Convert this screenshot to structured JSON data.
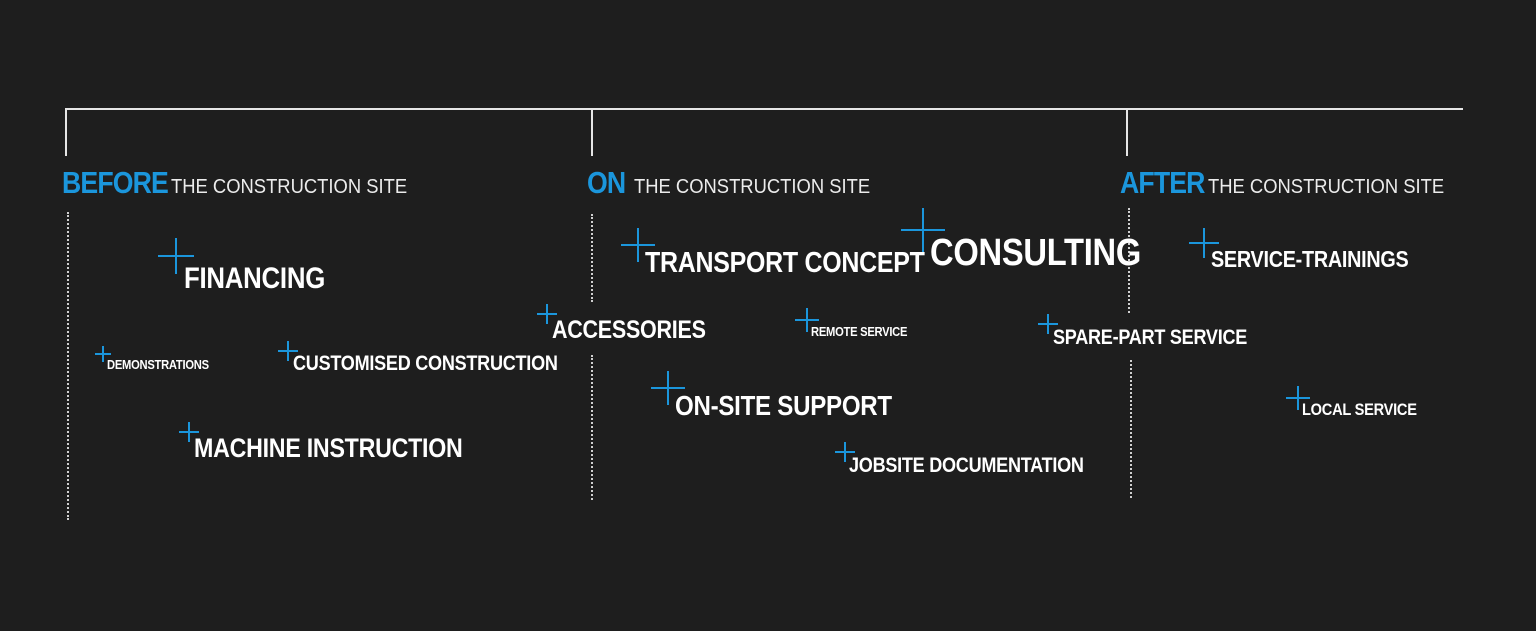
{
  "colors": {
    "background": "#1e1e1e",
    "accent": "#1b96dc",
    "text": "#ffffff",
    "line": "#e6e6e6"
  },
  "phases": [
    {
      "key": "BEFORE",
      "rest": "THE CONSTRUCTION SITE"
    },
    {
      "key": "ON",
      "rest": "THE CONSTRUCTION SITE"
    },
    {
      "key": "AFTER",
      "rest": "THE CONSTRUCTION SITE"
    }
  ],
  "services": {
    "financing": "FINANCING",
    "demonstrations": "DEMONSTRATIONS",
    "customised_construction": "CUSTOMISED CONSTRUCTION",
    "machine_instruction": "MACHINE INSTRUCTION",
    "accessories": "ACCESSORIES",
    "transport_concept": "TRANSPORT CONCEPT",
    "consulting": "CONSULTING",
    "remote_service": "REMOTE SERVICE",
    "on_site_support": "ON-SITE SUPPORT",
    "jobsite_documentation": "JOBSITE DOCUMENTATION",
    "spare_part_service": "SPARE-PART SERVICE",
    "service_trainings": "SERVICE-TRAININGS",
    "local_service": "LOCAL SERVICE"
  },
  "icons": {
    "plus": "plus-icon"
  }
}
